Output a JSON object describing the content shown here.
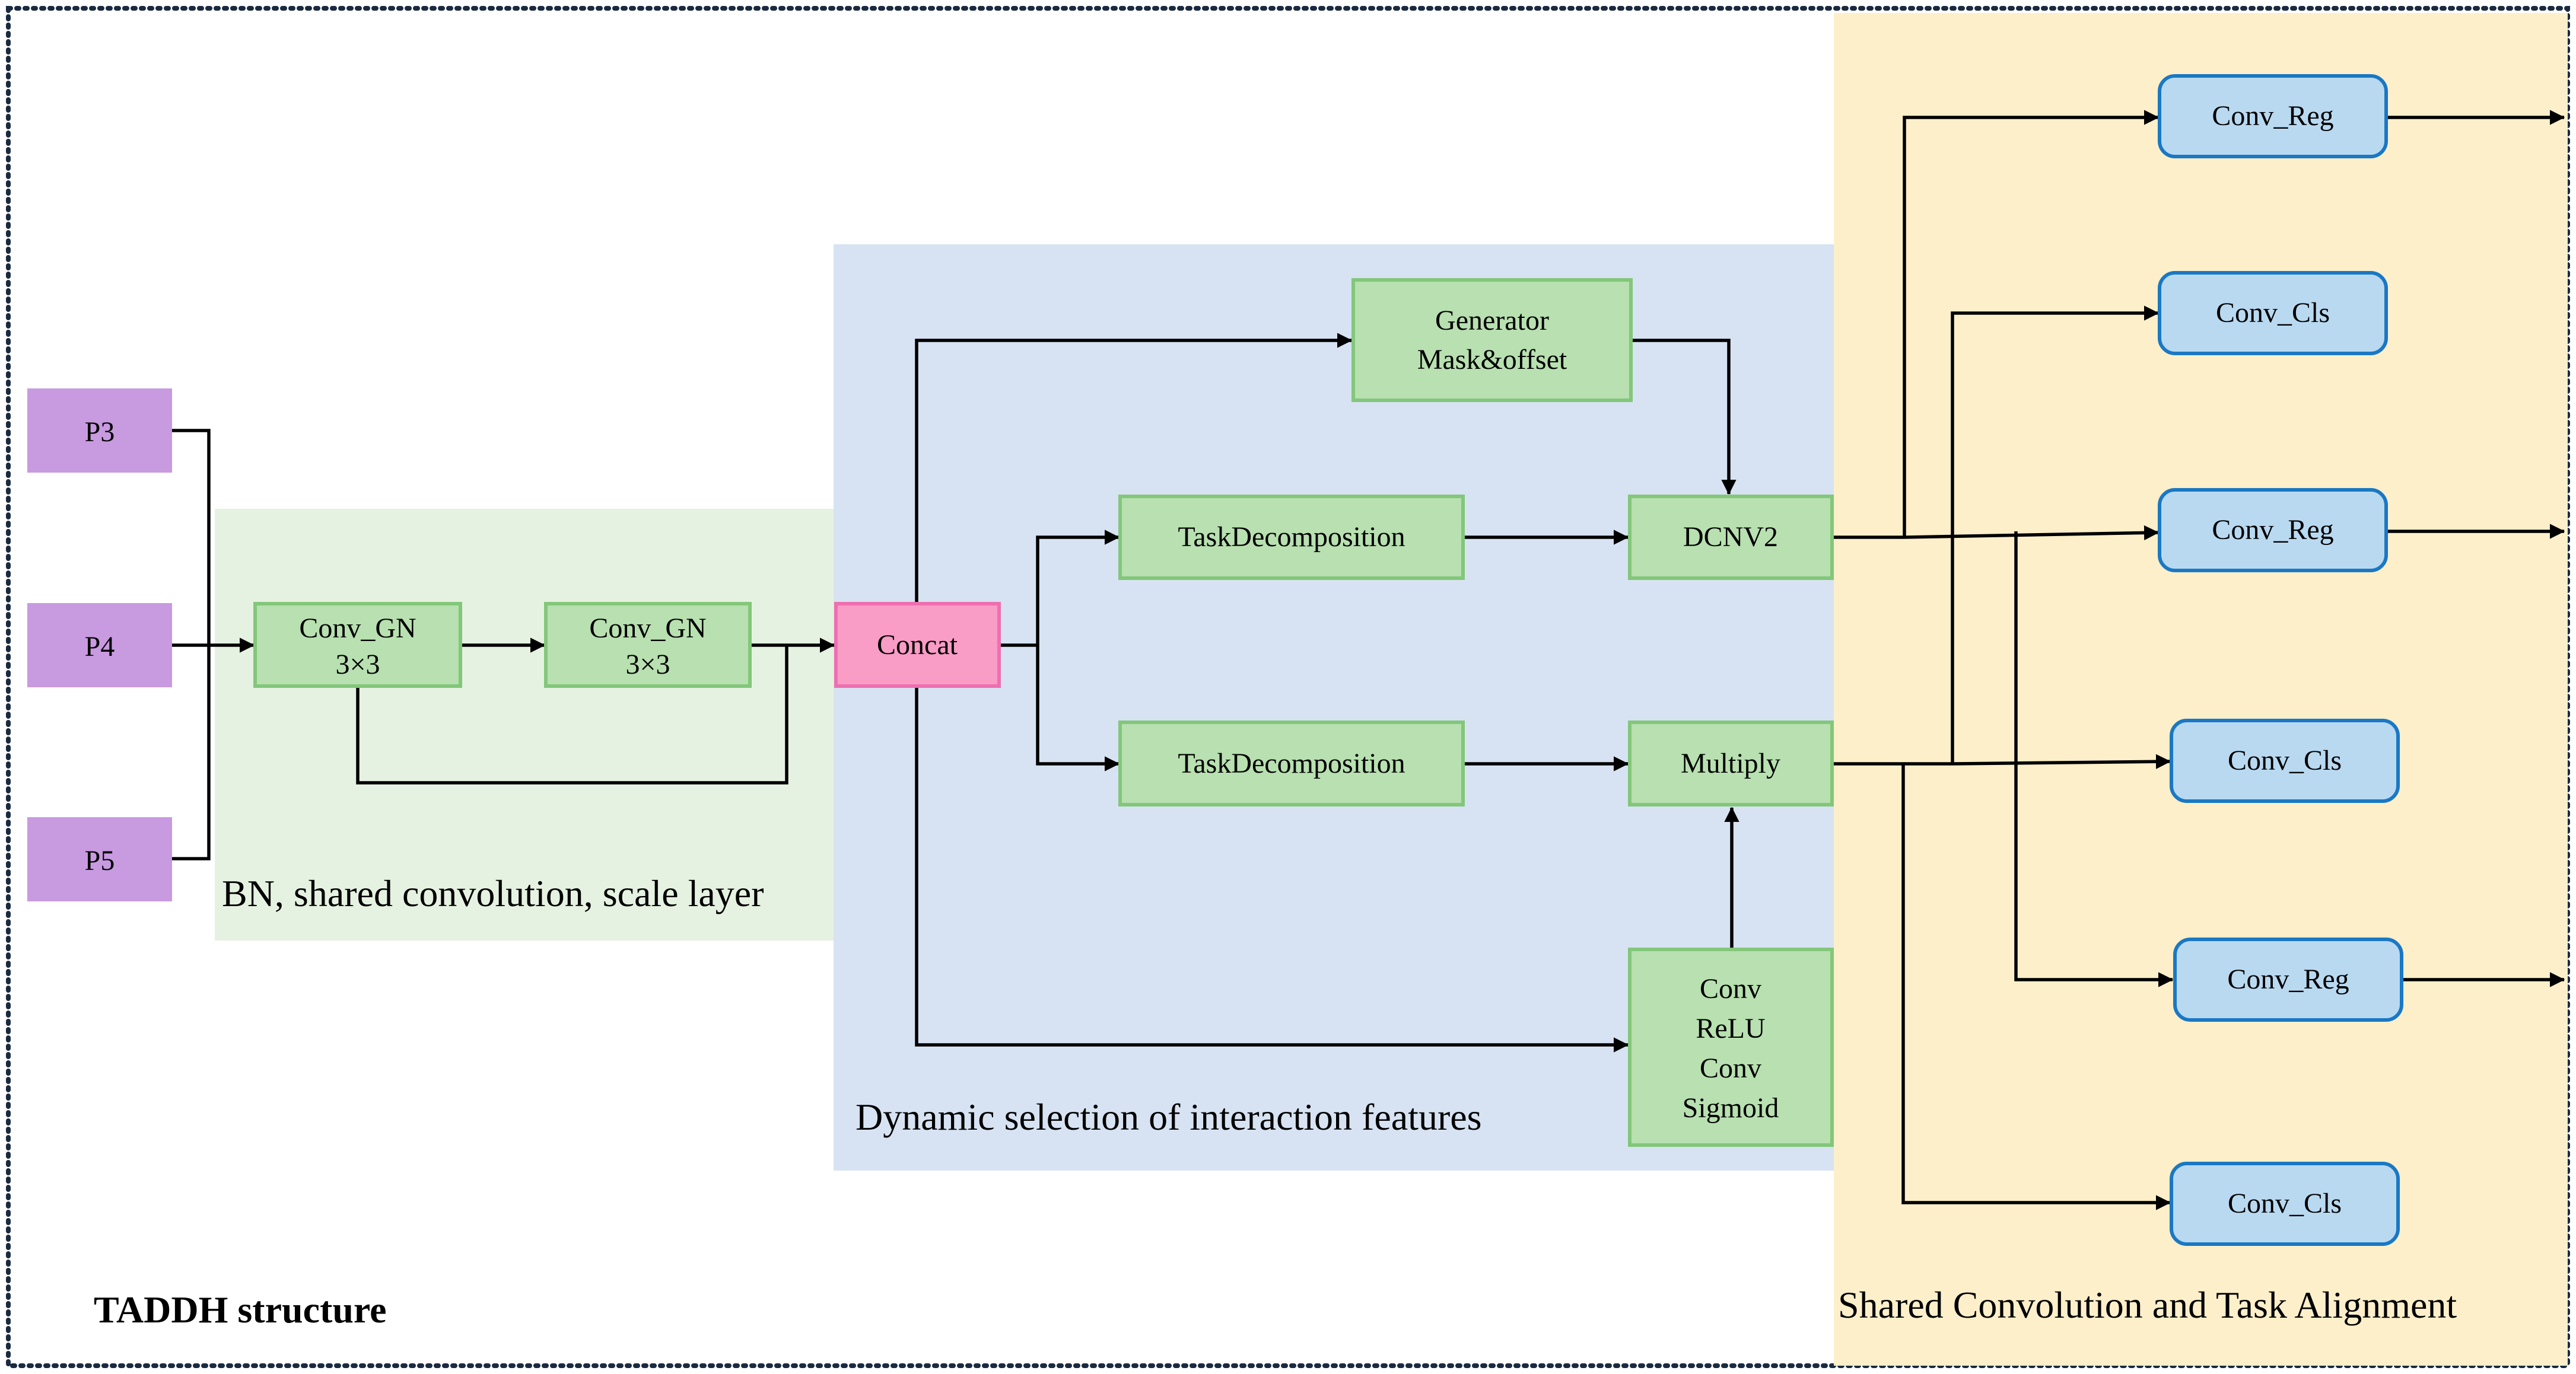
{
  "title": "TADDH structure",
  "regions": {
    "shared_conv": "BN, shared convolution, scale layer",
    "dynamic": "Dynamic selection of interaction features",
    "alignment": "Shared Convolution and Task Alignment"
  },
  "inputs": {
    "p3": "P3",
    "p4": "P4",
    "p5": "P5"
  },
  "conv_gn_1": {
    "line1": "Conv_GN",
    "line2": "3×3"
  },
  "conv_gn_2": {
    "line1": "Conv_GN",
    "line2": "3×3"
  },
  "concat": "Concat",
  "generator": {
    "line1": "Generator",
    "line2": "Mask&offset"
  },
  "task_decomp_1": "TaskDecomposition",
  "task_decomp_2": "TaskDecomposition",
  "dcnv2": "DCNV2",
  "multiply": "Multiply",
  "conv_stack": {
    "line1": "Conv",
    "line2": "ReLU",
    "line3": "Conv",
    "line4": "Sigmoid"
  },
  "outputs": {
    "reg_1": "Conv_Reg",
    "cls_1": "Conv_Cls",
    "reg_2": "Conv_Reg",
    "cls_2": "Conv_Cls",
    "reg_3": "Conv_Reg",
    "cls_3": "Conv_Cls"
  },
  "colors": {
    "input_fill": "#c89ae0",
    "green_region": "#e6f2e1",
    "blue_region": "#d7e3f2",
    "orange_region": "#fdefc9",
    "green_box_fill": "#b8e0b0",
    "green_box_stroke": "#82c77a",
    "concat_fill": "#f99cc6",
    "concat_stroke": "#ee6fb0",
    "output_fill": "#b9d9f1",
    "output_stroke": "#1a78c4",
    "line": "#000000",
    "border": "#1a2a40"
  }
}
